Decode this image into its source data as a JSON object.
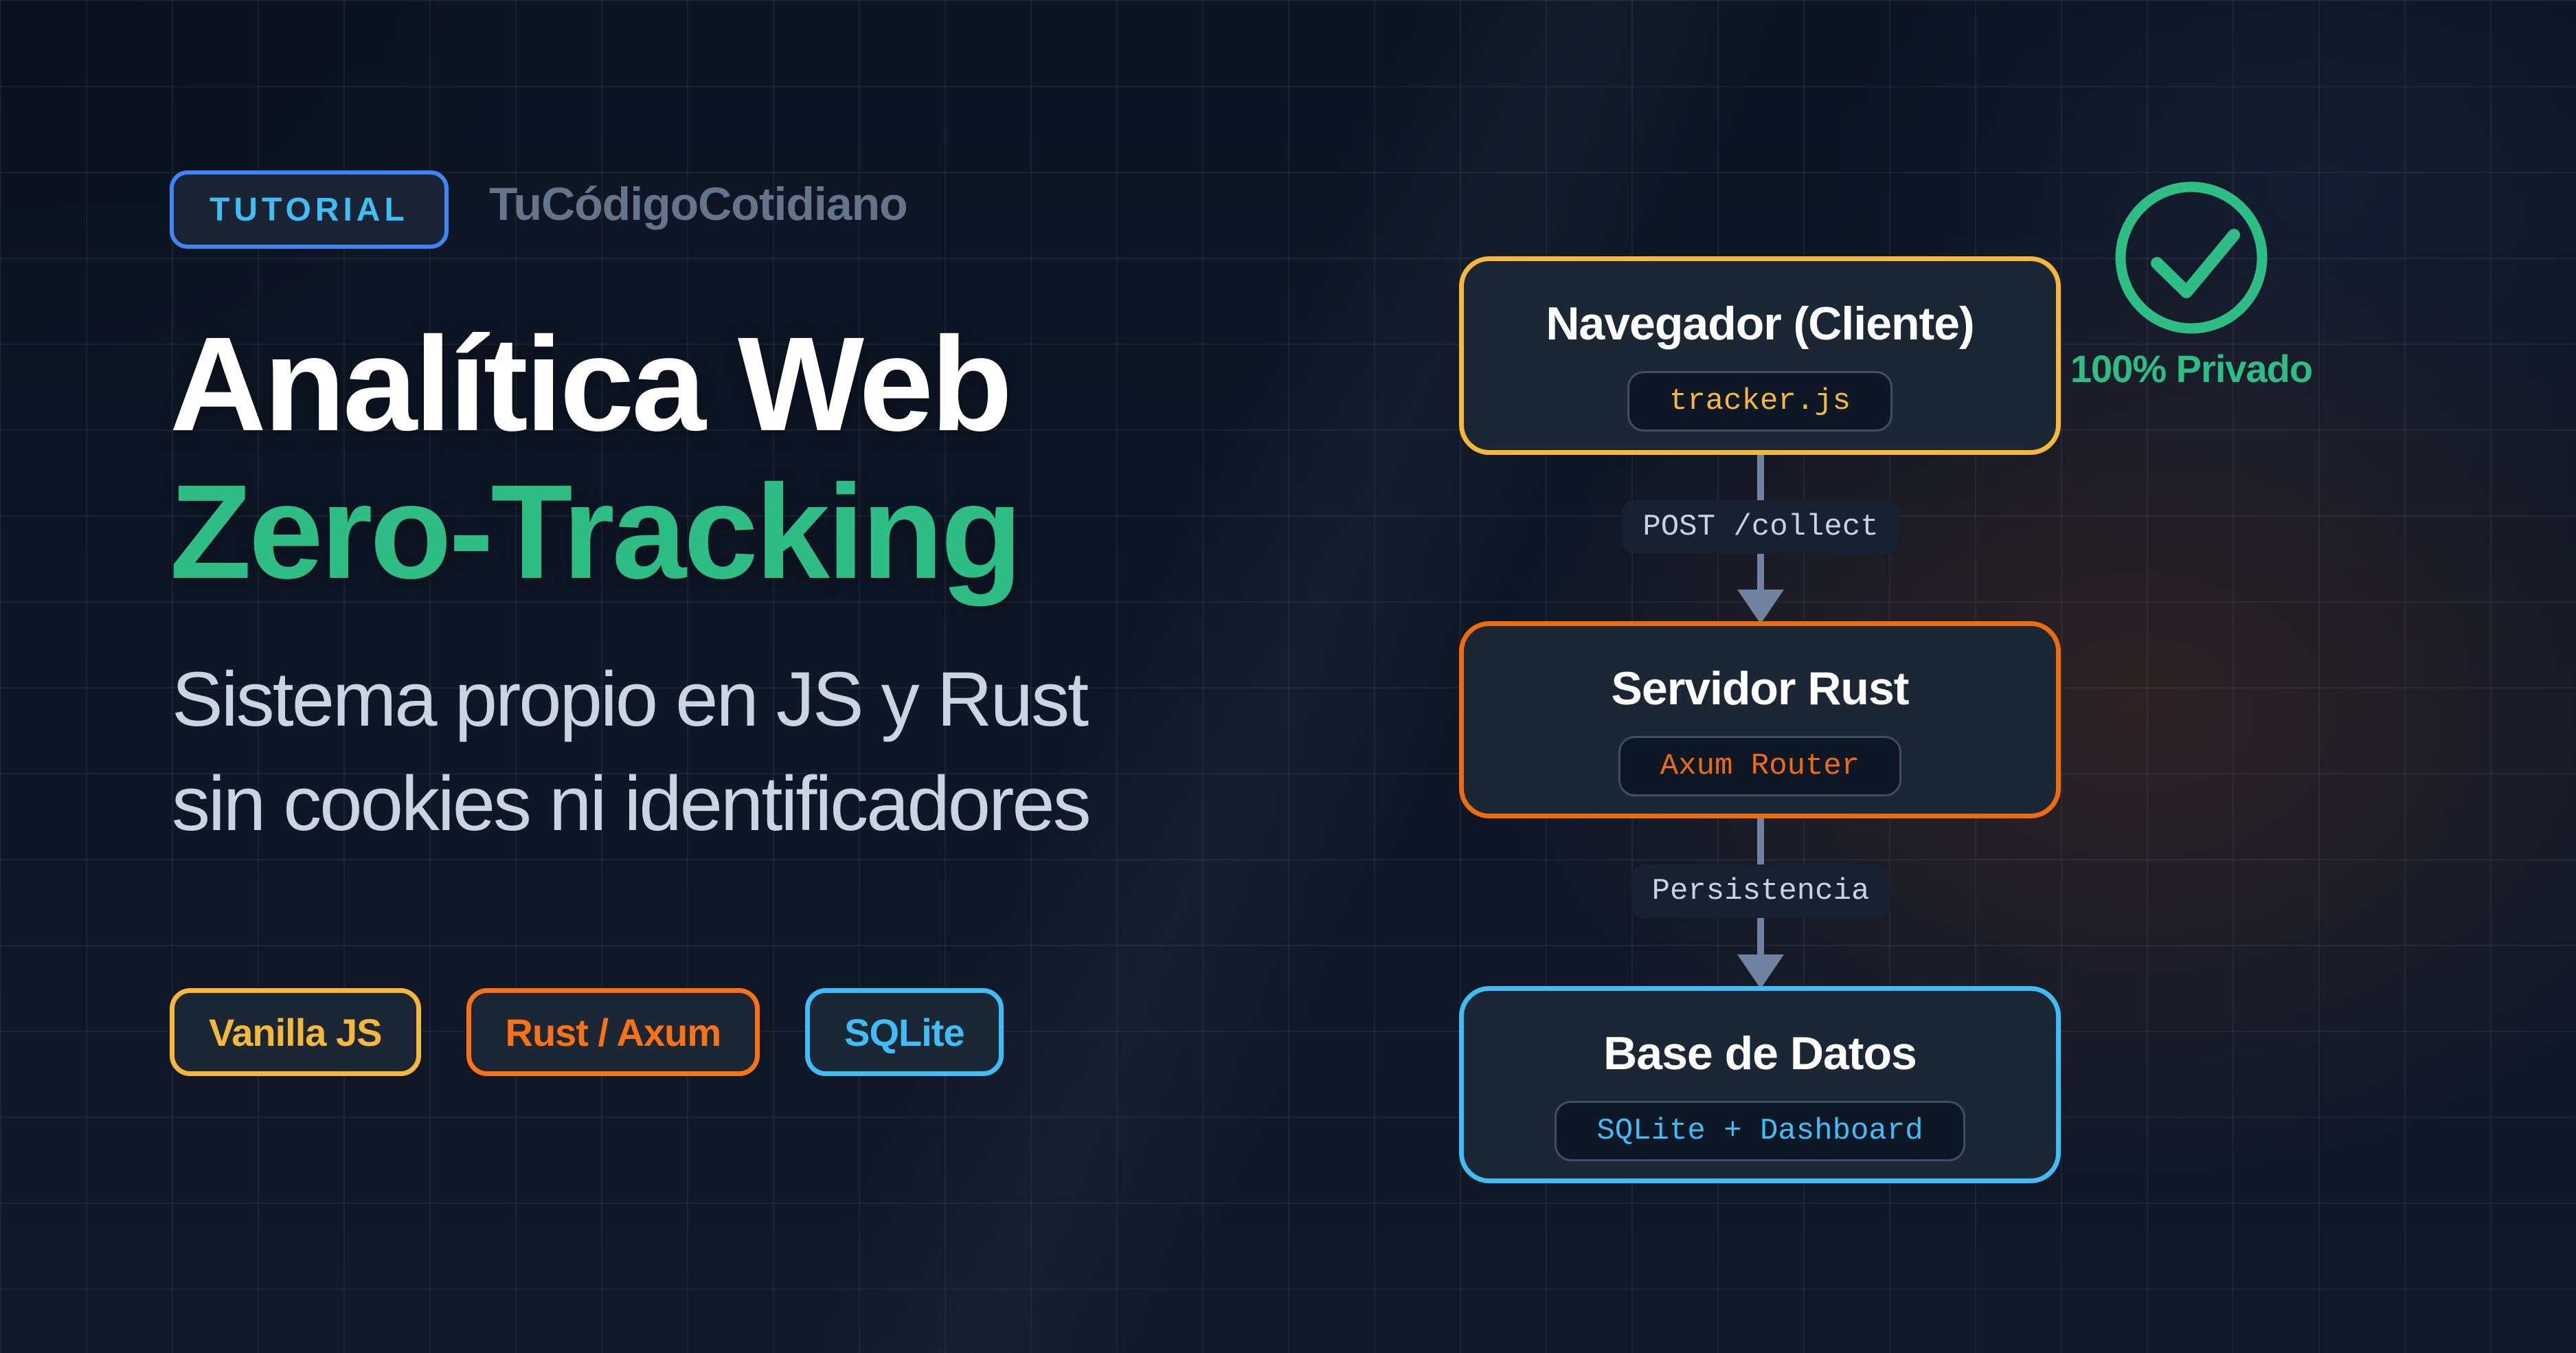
{
  "colors": {
    "bg": "#0f1727",
    "grid_line": "rgba(148,163,184,0.09)",
    "panel": "#1c2735",
    "panel_inner": "#0e1726",
    "green": "#2ebd85",
    "yellow": "#f5b83d",
    "orange": "#f97316",
    "blue": "#3e86f6",
    "sky": "#41bdf5",
    "gray_text": "#64748b",
    "subtitle_text": "#cbd5e1",
    "arrow": "#6f82a0"
  },
  "header": {
    "badge_label": "TUTORIAL",
    "channel_name": "TuCódigoCotidiano"
  },
  "hero": {
    "title_line1": "Analítica Web",
    "title_line2": "Zero-Tracking",
    "subtitle_line1": "Sistema propio en JS y Rust",
    "subtitle_line2": "sin cookies ni identificadores"
  },
  "tech_badges": [
    {
      "label": "Vanilla JS",
      "color": "#f5b83d"
    },
    {
      "label": "Rust / Axum",
      "color": "#f97316"
    },
    {
      "label": "SQLite",
      "color": "#41bdf5"
    }
  ],
  "diagram": {
    "nodes": [
      {
        "title": "Navegador (Cliente)",
        "tag": "tracker.js",
        "accent": "#f5b83d"
      },
      {
        "title": "Servidor Rust",
        "tag": "Axum Router",
        "accent": "#ee6c10"
      },
      {
        "title": "Base de Datos",
        "tag": "SQLite + Dashboard",
        "accent": "#41bdf5"
      }
    ],
    "arrows": [
      {
        "label": "POST /collect"
      },
      {
        "label": "Persistencia"
      }
    ],
    "privacy": {
      "label": "100% Privado",
      "icon": "check-circle-icon",
      "color": "#2ebd85"
    }
  }
}
